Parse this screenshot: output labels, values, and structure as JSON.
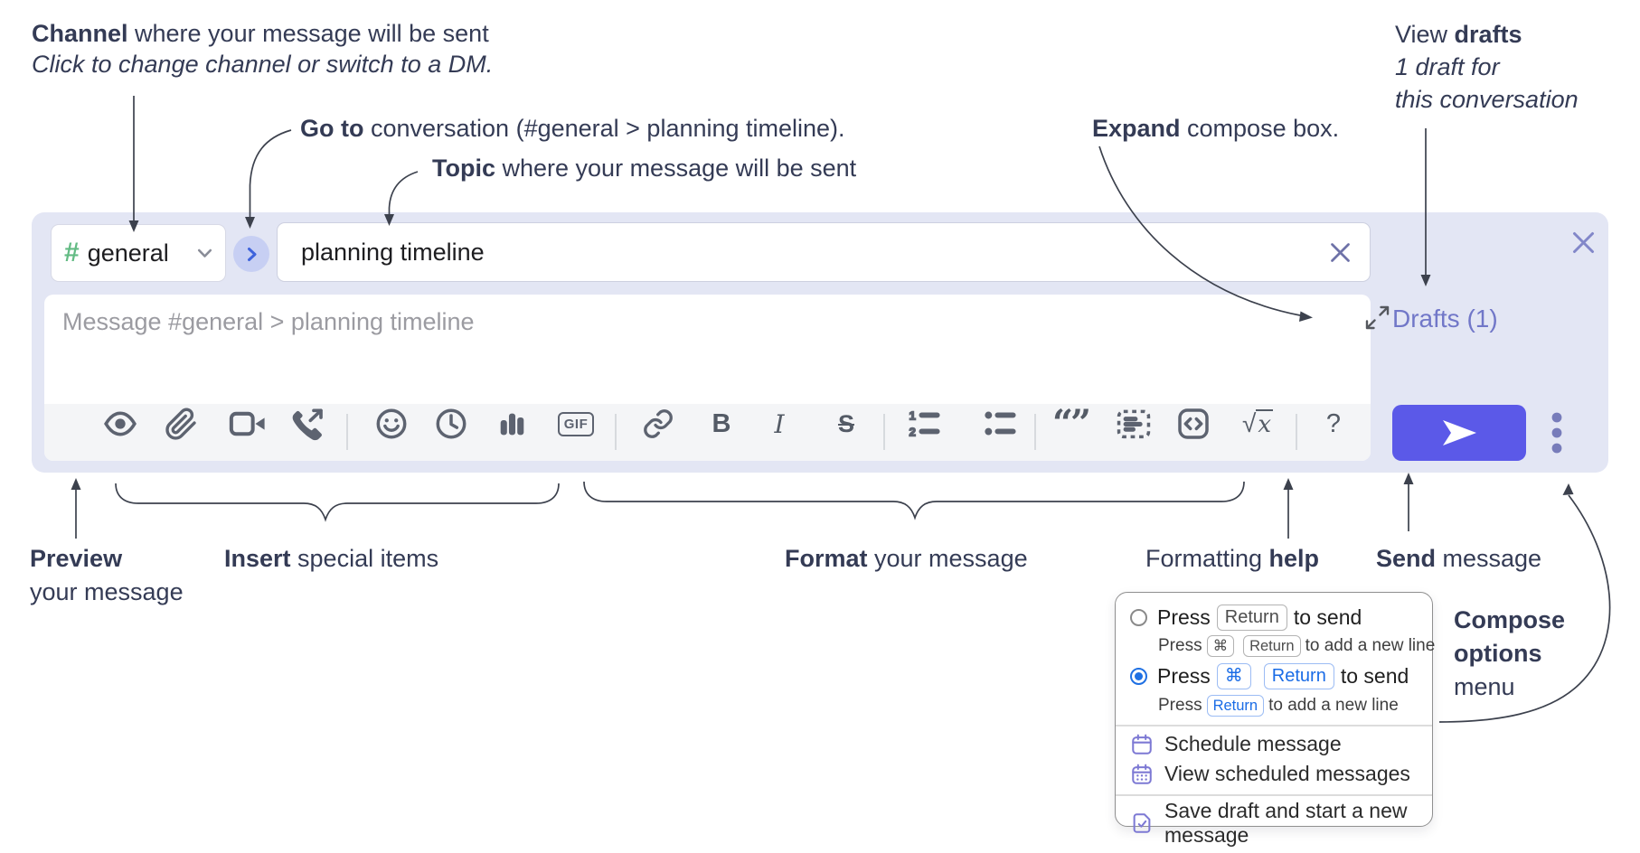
{
  "annotations": {
    "channel": {
      "bold": "Channel",
      "rest": " where your message will be sent",
      "sub": "Click to change channel or switch to a DM."
    },
    "goto": {
      "bold": "Go to",
      "rest": " conversation (#general > planning timeline)."
    },
    "topic": {
      "bold": "Topic",
      "rest": " where your message will be sent"
    },
    "expand": {
      "bold": "Expand",
      "rest": " compose box."
    },
    "drafts": {
      "pre": "View ",
      "bold": "drafts",
      "line2": "1 draft for",
      "line3": "this conversation"
    },
    "preview": {
      "bold": "Preview",
      "line2": "your message"
    },
    "insert": {
      "bold": "Insert",
      "rest": " special items"
    },
    "format": {
      "bold": "Format",
      "rest": " your message"
    },
    "help": {
      "pre": "Formatting ",
      "bold": "help"
    },
    "send": {
      "bold": "Send",
      "rest": " message"
    },
    "compose_menu": {
      "line1": "Compose",
      "line2": "options",
      "line3": "menu"
    }
  },
  "composer": {
    "channel_button": {
      "hash": "#",
      "name": "general"
    },
    "topic_input": {
      "value": "planning timeline"
    },
    "message_input": {
      "placeholder": "Message #general > planning timeline"
    },
    "drafts_link": {
      "label": "Drafts (1)"
    },
    "toolbar": {
      "icons": [
        "preview-eye",
        "attach-paperclip",
        "video-clip",
        "audio-clip",
        "emoji",
        "recent-clock",
        "poll-bar-chart",
        "gif",
        "link",
        "bold",
        "italic",
        "strikethrough",
        "ordered-list",
        "bulleted-list",
        "blockquote",
        "code-block",
        "inline-code",
        "formula",
        "formatting-help"
      ],
      "bold_glyph": "B",
      "italic_glyph": "I",
      "strike_glyph": "S",
      "gif_glyph": "GIF",
      "quote_glyph": "“”",
      "formula_radical": "√",
      "formula_var": "x",
      "help_glyph": "?",
      "ol_num1": "1",
      "ol_num2": "2"
    }
  },
  "compose_options_menu": {
    "option_return": {
      "press": "Press",
      "key_return": "Return",
      "suffix": "to send",
      "sub": {
        "press": "Press",
        "key_cmd": "⌘",
        "key_return": "Return",
        "suffix": "to add a new line"
      }
    },
    "option_cmd_return": {
      "press": "Press",
      "key_cmd": "⌘",
      "key_return": "Return",
      "suffix": "to send",
      "sub": {
        "press": "Press",
        "key_return": "Return",
        "suffix": "to add a new line"
      }
    },
    "items": {
      "schedule": "Schedule message",
      "view_scheduled": "View scheduled messages",
      "save_draft": "Save draft and start a new message"
    }
  },
  "colors": {
    "panel_bg": "#e3e6f4",
    "send_button": "#5b59e8",
    "drafts_link": "#7177c8",
    "hash_green": "#63bb84",
    "radio_selected": "#1f70e3",
    "key_blue": "#1a6ce6",
    "menu_icon_purple": "#7d79d4"
  }
}
